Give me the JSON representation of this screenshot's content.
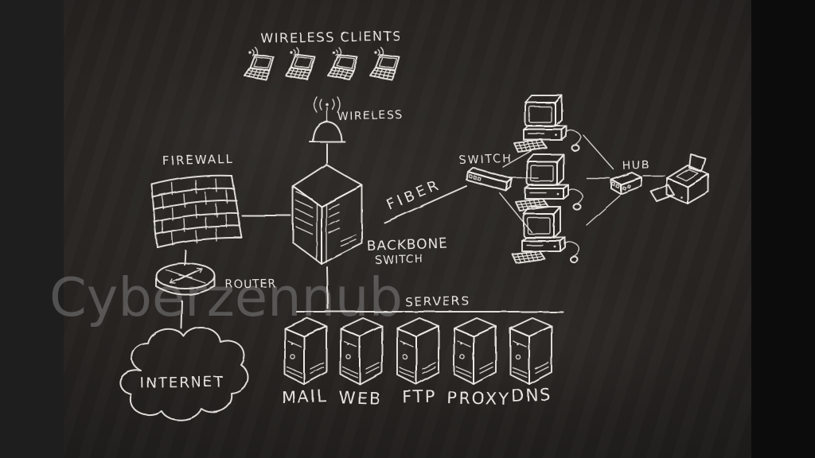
{
  "watermark": "Cyberzennub",
  "colors": {
    "chalk": "#eceae4",
    "board": "#282522",
    "backdrop_left": "#1e1e1f",
    "backdrop_right": "#0c0c0d",
    "watermark": "#bebebe"
  },
  "diagram": {
    "type": "network-topology",
    "labels": {
      "wireless_clients": "WIRELESS CLIENTS",
      "wireless": "WIRELESS",
      "firewall": "FIREWALL",
      "backbone_line1": "BACKBONE",
      "backbone_line2": "SWITCH",
      "fiber": "FIBER",
      "switch": "SWITCH",
      "hub": "HUB",
      "router": "ROUTER",
      "internet": "INTERNET",
      "servers": "SERVERS"
    },
    "server_names": [
      "MAIL",
      "WEB",
      "FTP",
      "PROXY",
      "DNS"
    ],
    "nodes": [
      {
        "id": "wireless-clients",
        "label": "WIRELESS CLIENTS",
        "type": "laptop",
        "count": 4
      },
      {
        "id": "wireless-ap",
        "label": "WIRELESS",
        "type": "access-point"
      },
      {
        "id": "firewall",
        "label": "FIREWALL",
        "type": "brick-wall"
      },
      {
        "id": "backbone-switch",
        "label": "BACKBONE SWITCH",
        "type": "core-switch-tower"
      },
      {
        "id": "switch",
        "label": "SWITCH",
        "type": "workgroup-switch"
      },
      {
        "id": "workstation-1",
        "type": "desktop-pc"
      },
      {
        "id": "workstation-2",
        "type": "desktop-pc"
      },
      {
        "id": "workstation-3",
        "type": "desktop-pc"
      },
      {
        "id": "hub",
        "label": "HUB",
        "type": "hub"
      },
      {
        "id": "printer",
        "type": "printer"
      },
      {
        "id": "router",
        "label": "ROUTER",
        "type": "router"
      },
      {
        "id": "internet",
        "label": "INTERNET",
        "type": "cloud"
      },
      {
        "id": "server-farm",
        "label": "SERVERS",
        "type": "server-towers",
        "servers": [
          "MAIL",
          "WEB",
          "FTP",
          "PROXY",
          "DNS"
        ]
      }
    ],
    "edges": [
      {
        "from": "internet",
        "to": "router"
      },
      {
        "from": "router",
        "to": "firewall"
      },
      {
        "from": "firewall",
        "to": "backbone-switch"
      },
      {
        "from": "wireless-ap",
        "to": "backbone-switch"
      },
      {
        "from": "backbone-switch",
        "to": "switch",
        "label": "FIBER"
      },
      {
        "from": "backbone-switch",
        "to": "server-farm"
      },
      {
        "from": "switch",
        "to": "workstation-1"
      },
      {
        "from": "switch",
        "to": "workstation-2"
      },
      {
        "from": "switch",
        "to": "workstation-3"
      },
      {
        "from": "workstation-1",
        "to": "hub"
      },
      {
        "from": "workstation-2",
        "to": "hub"
      },
      {
        "from": "workstation-3",
        "to": "hub"
      },
      {
        "from": "hub",
        "to": "printer"
      }
    ]
  }
}
